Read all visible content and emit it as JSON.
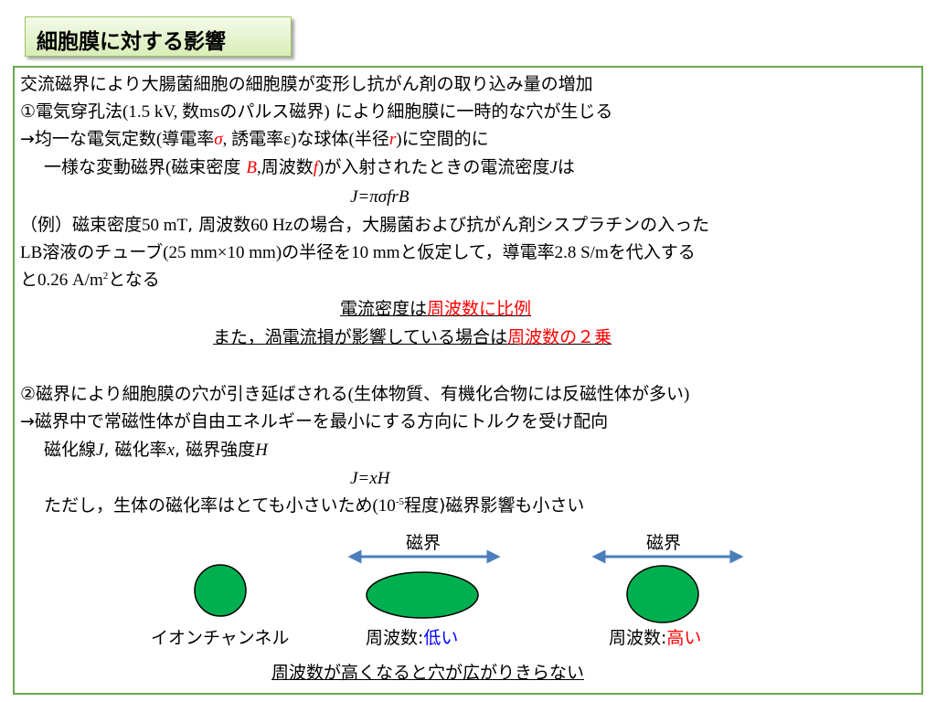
{
  "title": "細胞膜に対する影響",
  "colors": {
    "title_bg": "#d9edb8",
    "frame_border": "#6aa84f",
    "ellipse_fill": "#00b050",
    "arrow": "#4a7ebb",
    "red": "#ff0000",
    "blue": "#0000ff"
  },
  "p1": "交流磁界により大腸菌細胞の細胞膜が変形し抗がん剤の取り込み量の増加",
  "l2": {
    "a": "①電気穿孔法",
    "b": "(1.5 kV, ",
    "c": "数",
    "d": "ms",
    "e": "のパルス磁界",
    "f": ")",
    "g": " により細胞膜に一時的な穴が生じる"
  },
  "l3": {
    "a": "→均一な電気定数",
    "b": "(",
    "c": "導電率",
    "d": "σ",
    "e": ", ",
    "f": "誘電率",
    "g": "ε)",
    "h": "な球体",
    "i": "(",
    "j": "半径",
    "k": "r",
    "l": ")",
    "m": "に空間的に"
  },
  "l4": {
    "a": "一様な変動磁界",
    "b": "(",
    "c": "磁束密度 ",
    "d": "B",
    "e": ",",
    "f": "周波数",
    "g": "f",
    "h": ")",
    "i": "が入射されたときの電流密度",
    "j": "J",
    "k": "は"
  },
  "formula1": "J=πσfrB",
  "l6": {
    "a": "（例）磁束密度",
    "b": "50 mT",
    "c": ", 周波数",
    "d": "60 Hz",
    "e": "の場合，大腸菌および抗がん剤シスプラチンの入った"
  },
  "l7": {
    "a": "LB",
    "b": "溶液のチューブ",
    "c": "(25 mm×10 mm)",
    "d": "の半径を",
    "e": "10 mm",
    "f": "と仮定して，導電率",
    "g": "2.8 S/m",
    "h": "を代入する"
  },
  "l8": {
    "a": "と",
    "b": "0.26 A/m",
    "c": "2",
    "d": "となる"
  },
  "c1": {
    "a": "電流密度は",
    "b": "周波数に比例"
  },
  "c2": {
    "a": "また，渦電流損が影響している場合は",
    "b": "周波数の２乗"
  },
  "p2": {
    "a": "②磁界により細胞膜の穴が引き延ばされる",
    "b": "(",
    "c": "生体物質、有機化合物には反磁性体が多い",
    "d": ")"
  },
  "l10": "→磁界中で常磁性体が自由エネルギーを最小にする方向にトルクを受け配向",
  "l11": {
    "a": "磁化線",
    "b": "J",
    "c": ", 磁化率",
    "d": "x",
    "e": ", 磁界強度",
    "f": "H"
  },
  "formula2": "J=xH",
  "l13": {
    "a": "ただし，生体の磁化率はとても小さいため",
    "b": "(10",
    "c": "-5",
    "d": "程度)",
    "e": "磁界影響も小さい"
  },
  "diagram": {
    "field_label_1": "磁界",
    "field_label_2": "磁界",
    "ion_channel": "イオンチャンネル",
    "freq_prefix_1": "周波数:",
    "freq_low": "低い",
    "freq_prefix_2": "周波数:",
    "freq_high": "高い"
  },
  "conclusion": "周波数が高くなると穴が広がりきらない"
}
